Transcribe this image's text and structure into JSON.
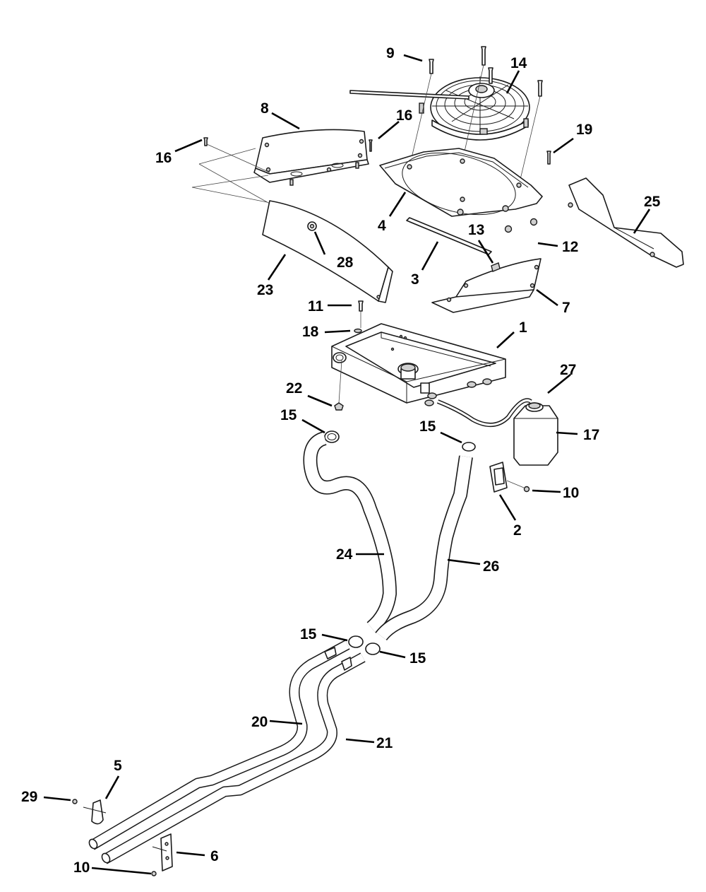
{
  "callouts": {
    "c1": "1",
    "c2": "2",
    "c3": "3",
    "c4": "4",
    "c5": "5",
    "c6": "6",
    "c7": "7",
    "c8": "8",
    "c9": "9",
    "c10a": "10",
    "c10b": "10",
    "c11": "11",
    "c12": "12",
    "c13": "13",
    "c14": "14",
    "c15a": "15",
    "c15b": "15",
    "c15c": "15",
    "c15d": "15",
    "c16a": "16",
    "c16b": "16",
    "c17": "17",
    "c18": "18",
    "c19": "19",
    "c20": "20",
    "c21": "21",
    "c22": "22",
    "c23": "23",
    "c24": "24",
    "c25": "25",
    "c26": "26",
    "c27": "27",
    "c28": "28",
    "c29": "29"
  }
}
